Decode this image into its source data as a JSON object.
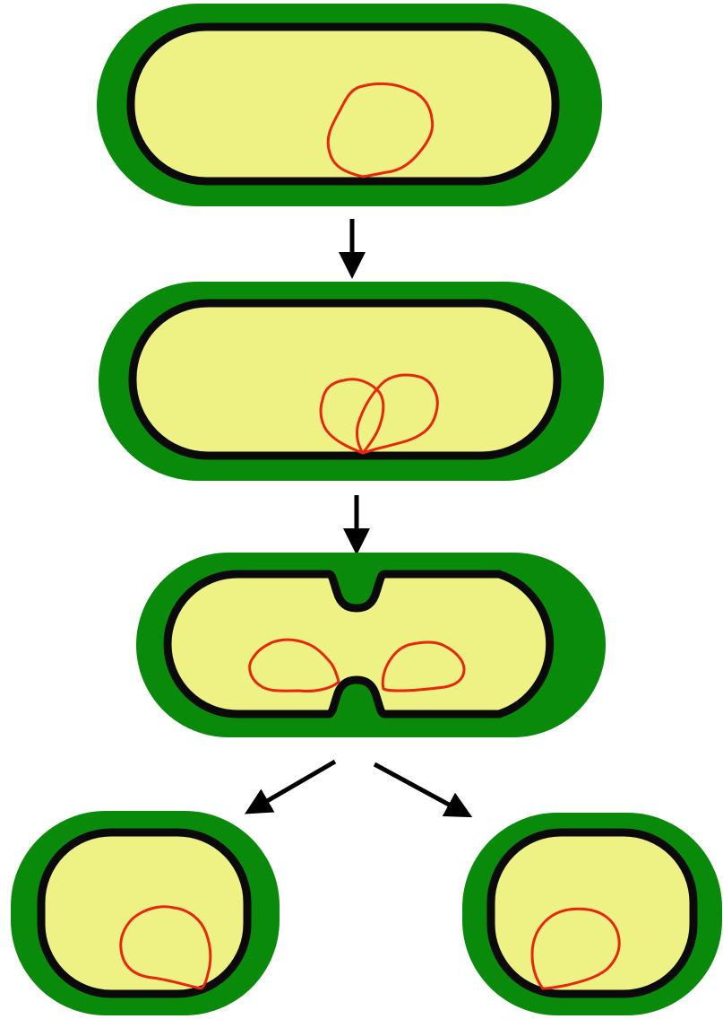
{
  "diagram": {
    "labels": [],
    "stages": [
      {
        "name": "parent-cell",
        "chromosome_count": 1
      },
      {
        "name": "replicating-cell",
        "chromosome_count": 2
      },
      {
        "name": "dividing-cell",
        "chromosome_count": 2,
        "septum": true
      },
      {
        "name": "daughter-cell-left",
        "chromosome_count": 1
      },
      {
        "name": "daughter-cell-right",
        "chromosome_count": 1
      }
    ],
    "colors": {
      "cell_wall": "#0a8a0a",
      "cytoplasm": "#eef184",
      "membrane": "#0a0a0a",
      "dna": "#e8280e",
      "arrow": "#000000",
      "background": "#ffffff"
    }
  }
}
